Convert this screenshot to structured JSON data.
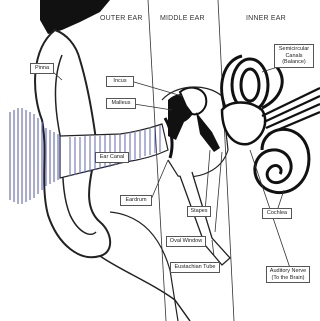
{
  "headers": {
    "outer": "OUTER EAR",
    "middle": "MIDDLE EAR",
    "inner": "INNER EAR"
  },
  "labels": {
    "pinna": "Pinna",
    "incus": "Incus",
    "malleus": "Malleus",
    "ear_canal": "Ear Canal",
    "eardrum": "Eardrum",
    "stapes": "Stapes",
    "oval_window": "Oval Window",
    "eustachian_tube": "Eustachian Tube",
    "semicircular_canals": "Semicircular Canals (Balance)",
    "cochlea": "Cochlea",
    "auditory_nerve": "Auditory Nerve (To the Brain)"
  }
}
